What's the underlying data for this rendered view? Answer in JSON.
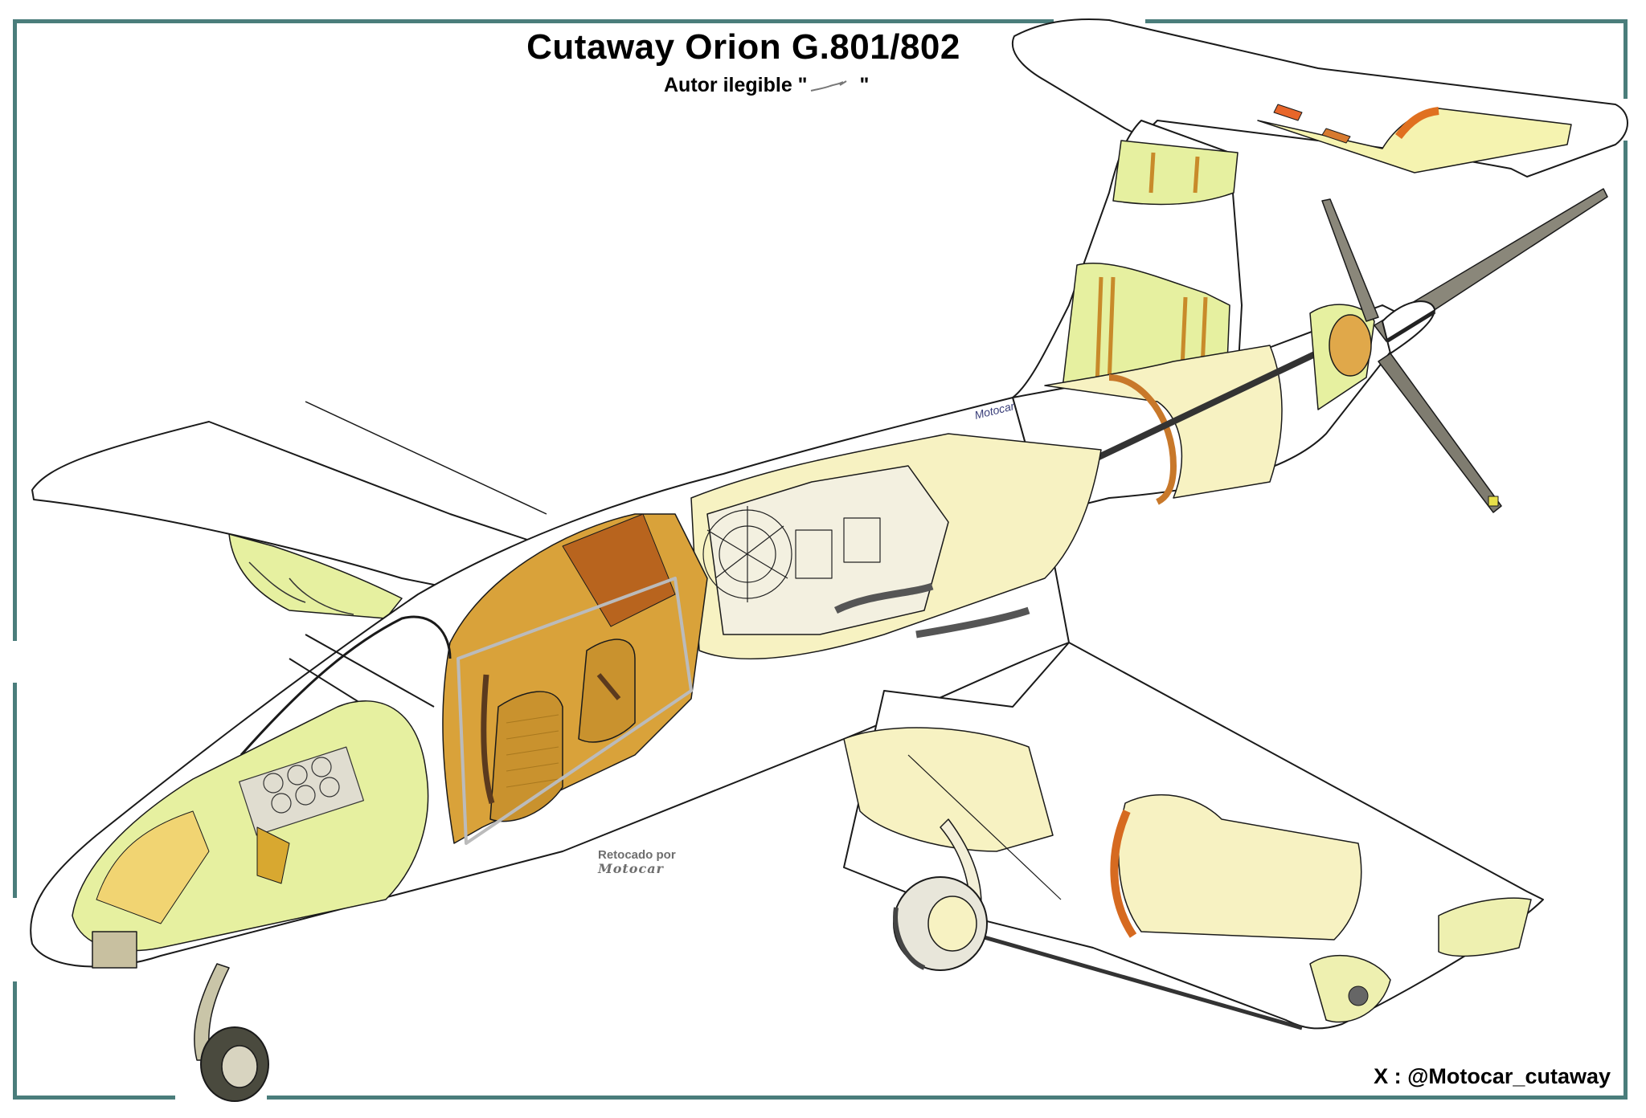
{
  "title": "Cutaway Orion G.801/802",
  "subtitle": "Autor ilegible \"",
  "subtitle_close": " \"",
  "watermark": {
    "retocado_label": "Retocado por",
    "retocado_name": "Motocar",
    "fuselage_mark": "Motocar"
  },
  "credit_handle": "X : @Motocar_cutaway",
  "colors": {
    "frame": "#4a7d7b",
    "cutaway_yellow_green": "#e6f0a0",
    "cutaway_pale_yellow": "#f7f2c2",
    "cockpit_wood": "#d9a23a",
    "cockpit_shadow": "#b8641e",
    "propeller": "#8a877a",
    "outline": "#1a1a1a"
  },
  "illustration": {
    "subject": "Orion G.801/802 aircraft cutaway drawing",
    "parts": [
      "tail-fin",
      "horizontal-stabilizer",
      "pusher-propeller",
      "propeller-hub",
      "drive-shaft",
      "engine",
      "cockpit-seats",
      "canopy",
      "nose-section",
      "nose-landing-gear",
      "main-landing-gear",
      "left-wing",
      "right-wing"
    ]
  }
}
